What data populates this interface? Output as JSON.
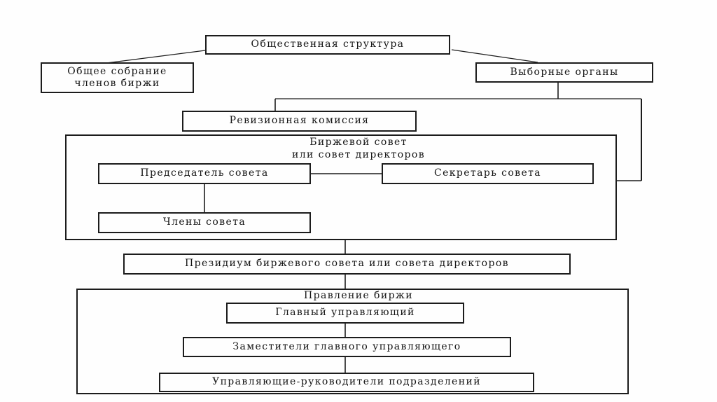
{
  "diagram": {
    "language": "ru",
    "type": "org-chart",
    "colors": {
      "background": "#fefefe",
      "line": "#1c1c1c",
      "text": "#141414"
    },
    "nodes": {
      "public_structure": {
        "label": "Общественная структура"
      },
      "general_meeting": {
        "line1": "Общее собрание",
        "line2": "членов биржи"
      },
      "elected_bodies": {
        "label": "Выборные органы"
      },
      "audit_commission": {
        "label": "Ревизионная комиссия"
      },
      "exchange_council": {
        "line1": "Биржевой совет",
        "line2": "или совет директоров"
      },
      "council_chairman": {
        "label": "Председатель совета"
      },
      "council_secretary": {
        "label": "Секретарь совета"
      },
      "council_members": {
        "label": "Члены совета"
      },
      "presidium": {
        "label": "Президиум биржевого совета или совета директоров"
      },
      "exchange_board": {
        "label": "Правление биржи"
      },
      "chief_manager": {
        "label": "Главный управляющий"
      },
      "deputy_managers": {
        "label": "Заместители главного управляющего"
      },
      "division_managers": {
        "label": "Управляющие-руководители подразделений"
      }
    },
    "edges": [
      "public_structure -> general_meeting",
      "public_structure -> elected_bodies",
      "elected_bodies -> audit_commission",
      "elected_bodies -> exchange_council",
      "council_chairman -> council_secretary",
      "council_chairman -> council_members",
      "exchange_council -> presidium",
      "presidium -> exchange_board",
      "chief_manager -> deputy_managers",
      "deputy_managers -> division_managers"
    ]
  }
}
